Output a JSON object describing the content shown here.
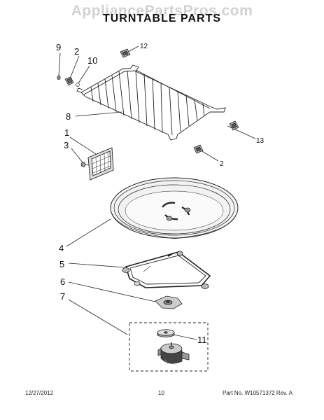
{
  "watermark": "AppliancePartsPros.com",
  "title": "TURNTABLE PARTS",
  "callouts": {
    "c9": "9",
    "c2a": "2",
    "c10": "10",
    "c12": "12",
    "c8": "8",
    "c13": "13",
    "c1": "1",
    "c3": "3",
    "c2b": "2",
    "c4": "4",
    "c5": "5",
    "c6": "6",
    "c7": "7",
    "c11": "11"
  },
  "footer": {
    "date": "12/27/2012",
    "page": "10",
    "part": "Part No. W10571372  Rev. A"
  }
}
